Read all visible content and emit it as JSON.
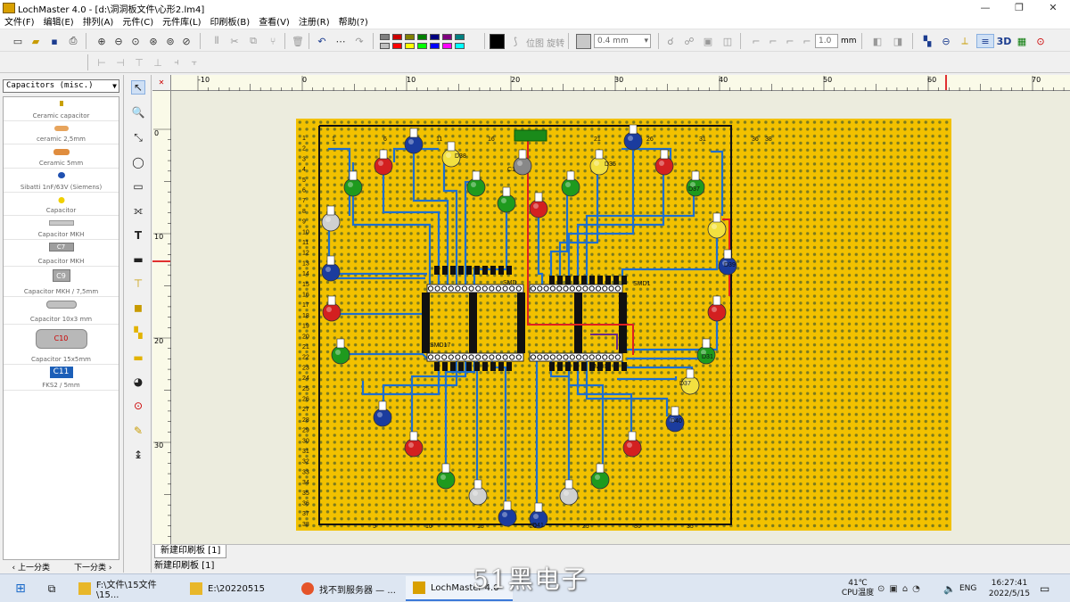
{
  "window": {
    "title": "LochMaster 4.0 - [d:\\洞洞板文件\\心形2.lm4]",
    "controls": [
      "—",
      "❐",
      "✕"
    ]
  },
  "menu": [
    "文件(F)",
    "编辑(E)",
    "排列(A)",
    "元件(C)",
    "元件库(L)",
    "印刷板(B)",
    "查看(V)",
    "注册(R)",
    "帮助(?)"
  ],
  "toolbar": {
    "pos_label": "位图 旋转",
    "width_value": "0.4 mm",
    "angle_value": "1.0",
    "angle_unit": "mm",
    "view_3d": "3D"
  },
  "library": {
    "category": "Capacitors (misc.)",
    "components": [
      "Ceramic capacitor",
      "ceramic 2,5mm",
      "Ceramic 5mm",
      "Sibatti 1nF/63V (Siemens)",
      "Capacitor",
      "Capacitor MKH",
      "Capacitor MKH",
      "Capacitor MKH / 7,5mm",
      "Capacitor 10x3 mm",
      "Capacitor 15x5mm",
      "FKS2 / 5mm"
    ],
    "chip_labels": [
      "C7",
      "C9",
      "C10",
      "C11"
    ],
    "prev": "上一分类",
    "next": "下一分类"
  },
  "ruler": {
    "h_ticks": [
      "-10",
      "0",
      "10",
      "20",
      "30",
      "40",
      "50",
      "60",
      "70"
    ],
    "v_ticks": [
      "0",
      "10",
      "20",
      "30"
    ]
  },
  "board": {
    "row_numbers": [
      "1",
      "2",
      "3",
      "4",
      "5",
      "6",
      "7",
      "8",
      "9",
      "10",
      "11",
      "12",
      "13",
      "14",
      "15",
      "16",
      "17",
      "18",
      "19",
      "20",
      "21",
      "22",
      "23",
      "24",
      "25",
      "26",
      "27",
      "28",
      "29",
      "30",
      "31",
      "32",
      "33",
      "34",
      "35",
      "36",
      "37",
      "38"
    ],
    "col_top": [
      "1",
      "6",
      "11",
      "16",
      "21",
      "26",
      "31",
      "36",
      "38"
    ],
    "col_bottom": [
      "5",
      "10",
      "15",
      "20",
      "25",
      "30",
      "35"
    ],
    "component_labels": [
      "D38",
      "D35",
      "D37",
      "D39",
      "D40",
      "D41",
      "D31",
      "D37",
      "SMD1",
      "SMD17",
      "SMD32",
      "SMD",
      "C1"
    ]
  },
  "tab": {
    "name": "新建印刷板 [1]"
  },
  "status": "新建印刷板 [1]",
  "taskbar": {
    "items": [
      "F:\\文件\\15文件\\15...",
      "E:\\20220515",
      "找不到服务器 — ...",
      "LochMaster 4.0"
    ],
    "temp": "41℃",
    "temp_label": "CPU温度",
    "lang": "ENG",
    "time": "16:27:41",
    "date": "2022/5/15"
  },
  "watermark": "51黑电子"
}
